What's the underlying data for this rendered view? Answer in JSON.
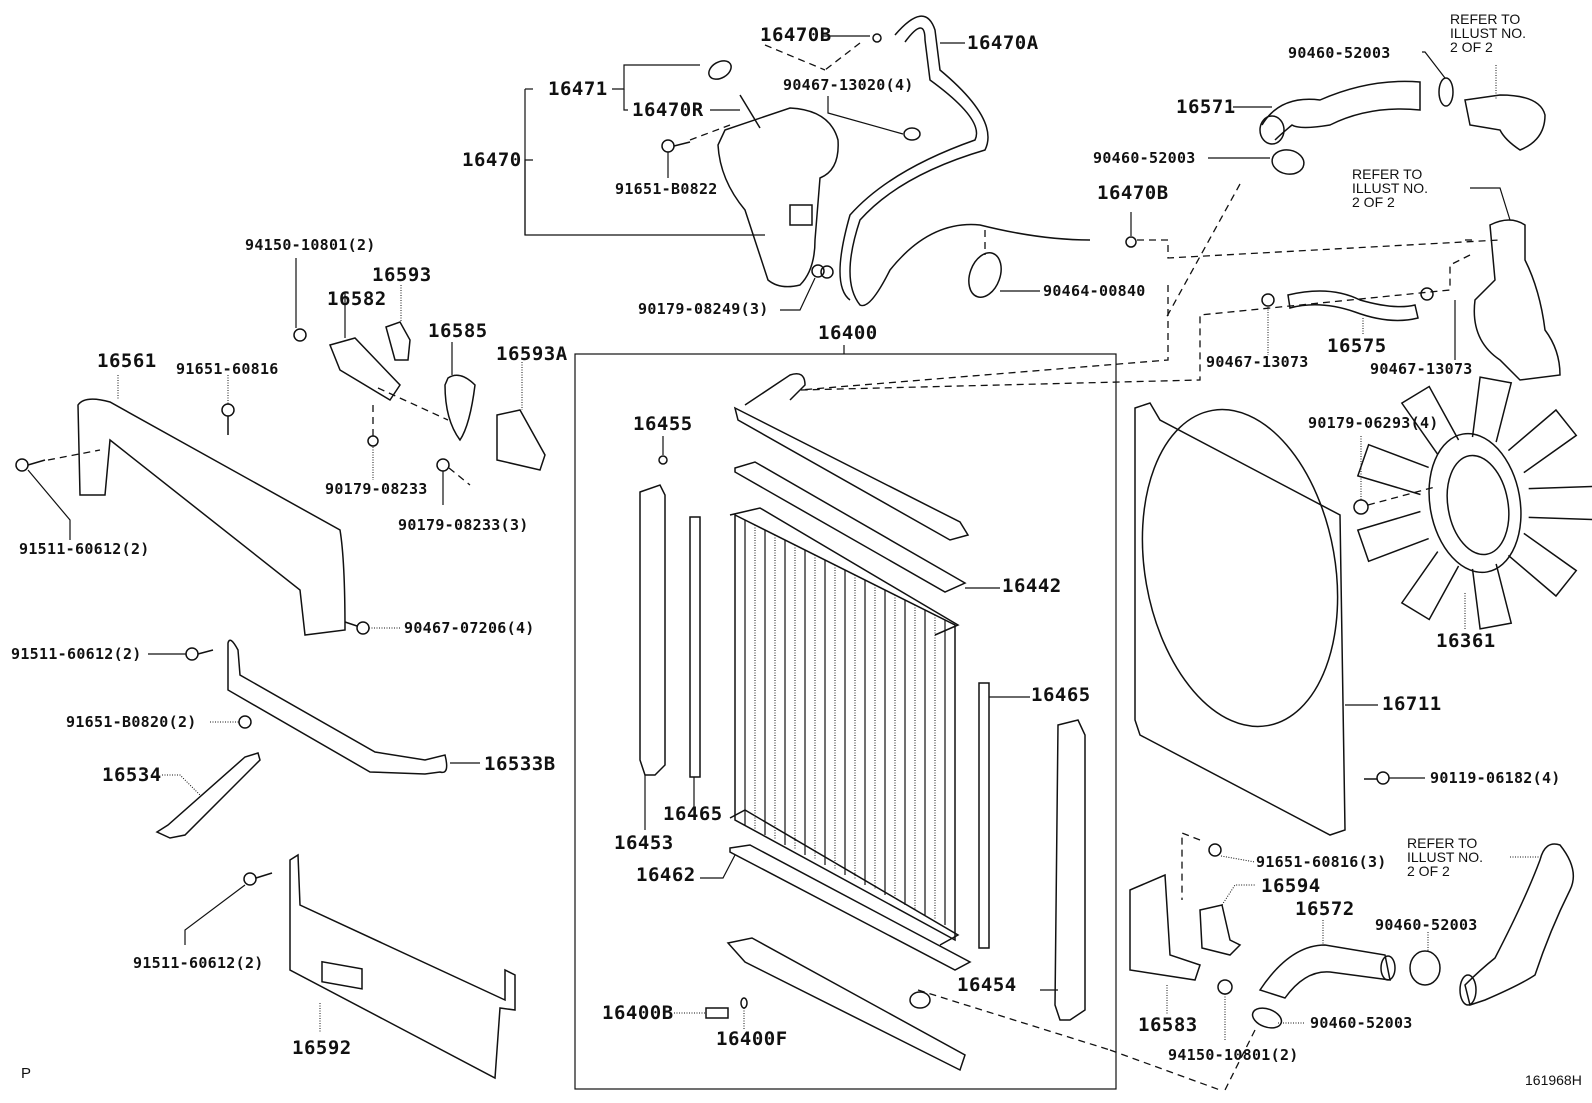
{
  "diagram": {
    "type": "exploded parts diagram",
    "subject": "radiator and cooling system",
    "illustration_code": "161968H",
    "corner_mark": "P",
    "parts": {
      "p16470B_top": "16470B",
      "p16470A": "16470A",
      "p16471": "16471",
      "p16470R": "16470R",
      "p16470": "16470",
      "p90467_13020": "90467-13020(4)",
      "p91651_B0822": "91651-B0822",
      "p90179_08249": "90179-08249(3)",
      "p90464_00840": "90464-00840",
      "p16470B_right": "16470B",
      "p90460_52003_a": "90460-52003",
      "p16571": "16571",
      "p90460_52003_b": "90460-52003",
      "p94150_10801_a": "94150-10801(2)",
      "p16593": "16593",
      "p16582": "16582",
      "p16585": "16585",
      "p16593A": "16593A",
      "p16561": "16561",
      "p91651_60816": "91651-60816",
      "p90179_08233": "90179-08233",
      "p90179_08233_3": "90179-08233(3)",
      "p91511_60612_a": "91511-60612(2)",
      "p16400": "16400",
      "p16455": "16455",
      "p16442": "16442",
      "p16465_r": "16465",
      "p16465_l": "16465",
      "p16453": "16453",
      "p16462": "16462",
      "p16454": "16454",
      "p16400B": "16400B",
      "p16400F": "16400F",
      "p90467_07206": "90467-07206(4)",
      "p91511_60612_b": "91511-60612(2)",
      "p91651_B0820": "91651-B0820(2)",
      "p16534": "16534",
      "p16533B": "16533B",
      "p91511_60612_c": "91511-60612(2)",
      "p16592": "16592",
      "p90467_13073_a": "90467-13073",
      "p16575": "16575",
      "p90467_13073_b": "90467-13073",
      "p90179_06293": "90179-06293(4)",
      "p16361": "16361",
      "p16711": "16711",
      "p90119_06182": "90119-06182(4)",
      "p91651_60816_3": "91651-60816(3)",
      "p16594": "16594",
      "p16572": "16572",
      "p90460_52003_c": "90460-52003",
      "p16583": "16583",
      "p94150_10801_b": "94150-10801(2)",
      "p90460_52003_d": "90460-52003"
    },
    "references": {
      "ref_top": "REFER TO\nILLUST NO.\n2 OF 2",
      "ref_mid": "REFER TO\nILLUST NO.\n2 OF 2",
      "ref_bottom": "REFER TO\nILLUST NO.\n2 OF 2"
    }
  }
}
